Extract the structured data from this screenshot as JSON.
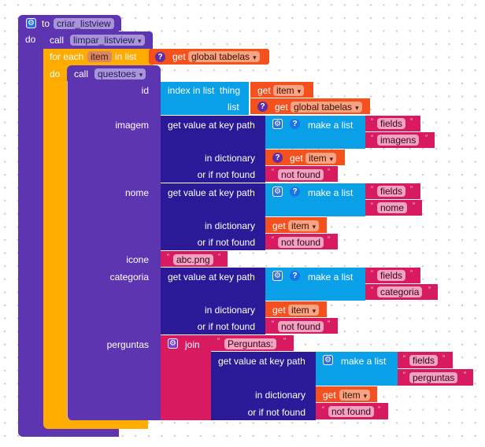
{
  "procedure": {
    "keyword_to": "to",
    "name": "criar_listview",
    "keyword_do": "do"
  },
  "call_limpar": {
    "keyword": "call",
    "name": "limpar_listview"
  },
  "for_each": {
    "keyword_for": "for each",
    "variable": "item",
    "keyword_in": "in list",
    "list_get": {
      "keyword": "get",
      "variable": "global tabelas"
    },
    "keyword_do": "do"
  },
  "call_questoes": {
    "keyword": "call",
    "name": "questoes",
    "params": {
      "id": {
        "label": "id",
        "block": "index in list",
        "thing_label": "thing",
        "thing_get": {
          "keyword": "get",
          "variable": "item"
        },
        "list_label": "list",
        "list_get": {
          "keyword": "get",
          "variable": "global tabelas"
        }
      },
      "imagem": {
        "label": "imagem",
        "block": "get value at key path",
        "make_list": "make a list",
        "keys": [
          "fields",
          "imagens"
        ],
        "dict_label": "in dictionary",
        "dict_get": {
          "keyword": "get",
          "variable": "item"
        },
        "notfound_label": "or if not found",
        "notfound_value": "not found"
      },
      "nome": {
        "label": "nome",
        "block": "get value at key path",
        "make_list": "make a list",
        "keys": [
          "fields",
          "nome"
        ],
        "dict_label": "in dictionary",
        "dict_get": {
          "keyword": "get",
          "variable": "item"
        },
        "notfound_label": "or if not found",
        "notfound_value": "not found"
      },
      "icone": {
        "label": "icone",
        "value": "abc.png"
      },
      "categoria": {
        "label": "categoria",
        "block": "get value at key path",
        "make_list": "make a list",
        "keys": [
          "fields",
          "categoria"
        ],
        "dict_label": "in dictionary",
        "dict_get": {
          "keyword": "get",
          "variable": "item"
        },
        "notfound_label": "or if not found",
        "notfound_value": "not found"
      },
      "perguntas": {
        "label": "perguntas",
        "join": "join",
        "prefix": "Perguntas:",
        "block": "get value at key path",
        "make_list": "make a list",
        "keys": [
          "fields",
          "perguntas"
        ],
        "dict_label": "in dictionary",
        "dict_get": {
          "keyword": "get",
          "variable": "item"
        },
        "notfound_label": "or if not found",
        "notfound_value": "not found"
      }
    }
  },
  "icons": {
    "gear": "gear-icon",
    "question": "question-icon",
    "dropdown": "dropdown-arrow-icon",
    "quote_open": "“",
    "quote_close": "”"
  },
  "colors": {
    "procedure": "#5e35b1",
    "loop": "#ffab00",
    "variable_get": "#f4511e",
    "dictionary": "#2b1997",
    "list": "#0aa0e8",
    "text": "#d81b60"
  }
}
